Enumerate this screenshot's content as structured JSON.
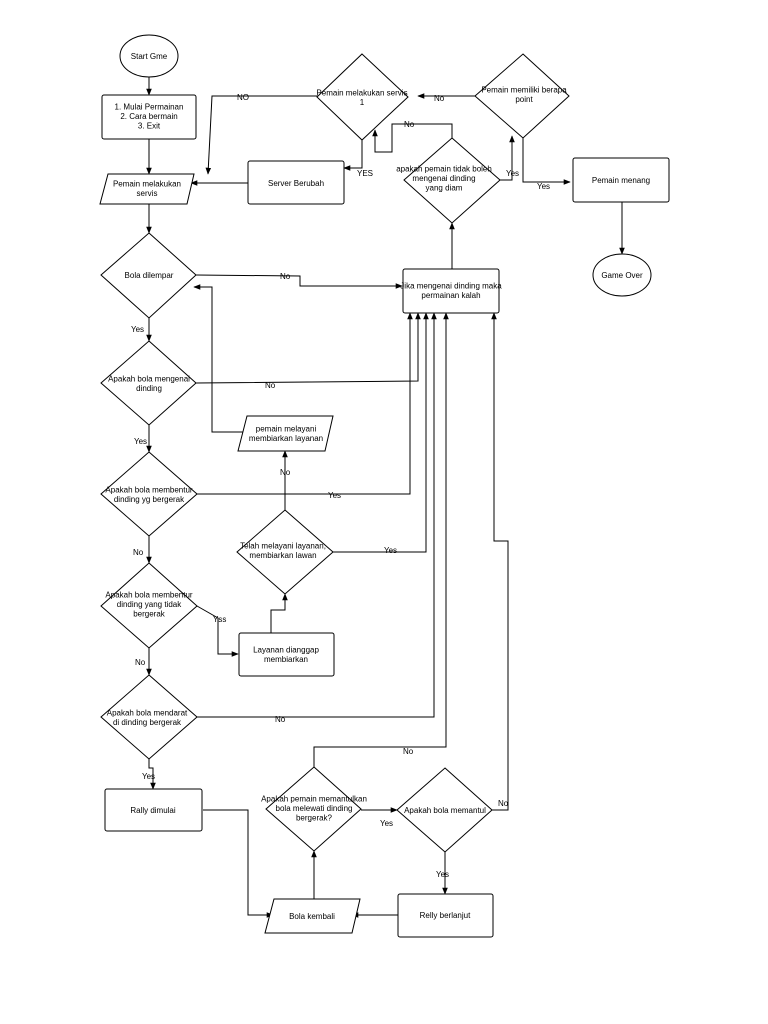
{
  "nodes": {
    "start": [
      "Start Gme"
    ],
    "menu": [
      "1. Mulai Permainan",
      "2. Cara bermain",
      "3. Exit"
    ],
    "servis_input": [
      "Pemain melakukan",
      "servis"
    ],
    "server_berubah": [
      "Server Berubah"
    ],
    "d_servis": [
      "Pemain melakukan servis",
      "1"
    ],
    "d_point": [
      "Pemain memiliki berapa",
      "point"
    ],
    "d_tidak_boleh": [
      "apakah pemain tidak boleh",
      "mengenai dinding",
      "yang diam"
    ],
    "menang": [
      "Pemain menang"
    ],
    "game_over": [
      "Game Over"
    ],
    "d_dilempar": [
      "Bola dilempar"
    ],
    "kalah": [
      "Jika mengenai dinding maka",
      "permainan kalah"
    ],
    "d_dinding": [
      "Apakah bola mengenai",
      "dinding"
    ],
    "melayani": [
      "pemain melayani",
      "membiarkan layanan"
    ],
    "d_bergerak": [
      "Apakah bola membentur",
      "dinding yg bergerak"
    ],
    "d_telah": [
      "Telah melayani layanan,",
      "membiarkan lawan"
    ],
    "d_tidak_bergerak": [
      "Apakah bola membentur",
      "dinding yang tidak",
      "bergerak"
    ],
    "layanan": [
      "Layanan dianggap",
      "membiarkan"
    ],
    "d_mendarat": [
      "Apakah bola mendarat",
      "di dinding bergerak"
    ],
    "rally": [
      "Rally dimulai"
    ],
    "d_memantulkan": [
      "Apakah pemain memantulkan",
      "bola melewati dinding",
      "bergerak?"
    ],
    "d_memantul": [
      "Apakah bola memantul"
    ],
    "kembali": [
      "Bola kembali"
    ],
    "berlanjut": [
      "Relly berlanjut"
    ]
  },
  "edge_labels": {
    "e_no_servis": "NO",
    "e_yes_servis": "YES",
    "e_no_point": "No",
    "e_yes_point": "Yes",
    "e_no_tidak": "No",
    "e_yes_tidak": "Yes",
    "e_no_dilempar": "No",
    "e_yes_dilempar": "Yes",
    "e_no_dinding": "No",
    "e_yes_dinding": "Yes",
    "e_yes_bergerak": "Yes",
    "e_no_bergerak": "No",
    "e_no_telah": "No",
    "e_yes_telah": "Yes",
    "e_yes_tidak_bergerak": "Yss",
    "e_no_tidak_bergerak": "No",
    "e_no_mendarat": "No",
    "e_yes_mendarat": "Yes",
    "e_no_memantulkan": "No",
    "e_yes_memantulkan": "Yes",
    "e_no_memantul": "No",
    "e_yes_memantul": "Yes"
  }
}
